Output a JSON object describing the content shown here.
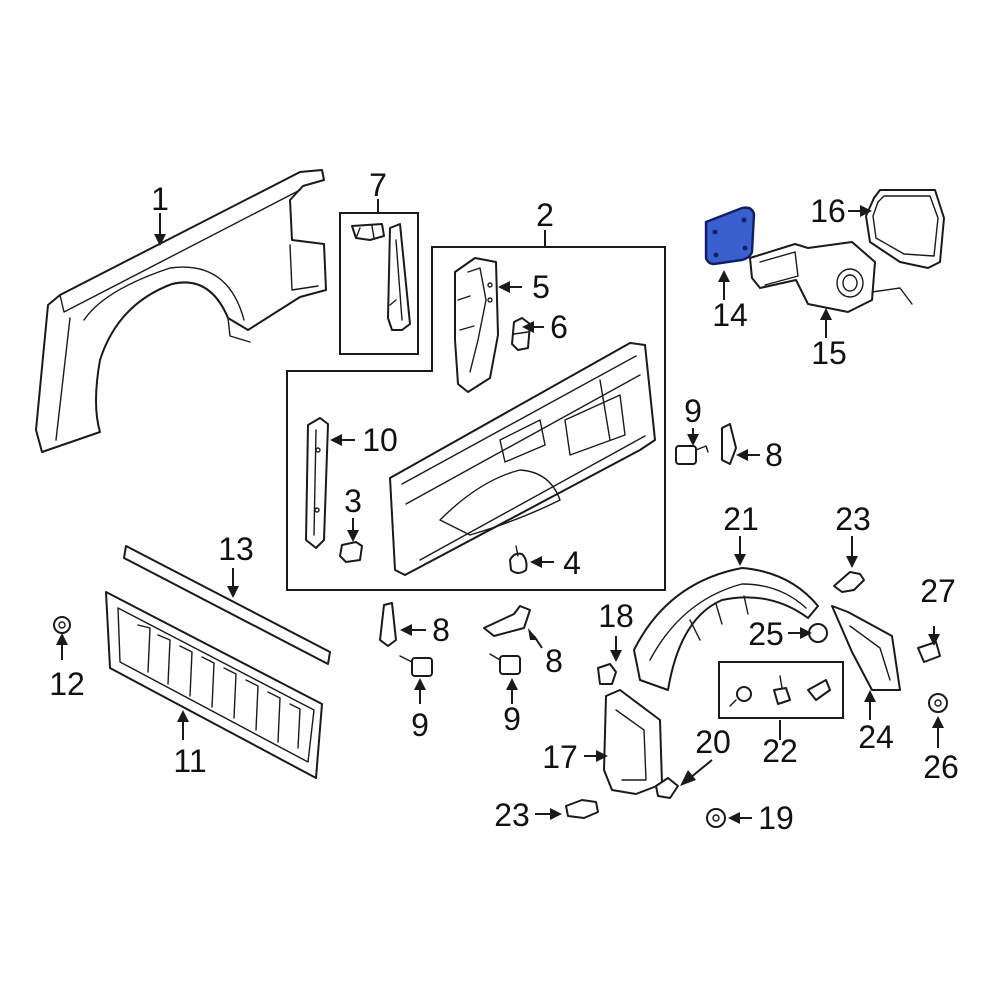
{
  "diagram": {
    "highlight_color": "#3a5fcf",
    "callouts": [
      {
        "id": "c1",
        "label": "1"
      },
      {
        "id": "c2",
        "label": "2"
      },
      {
        "id": "c3",
        "label": "3"
      },
      {
        "id": "c4",
        "label": "4"
      },
      {
        "id": "c5",
        "label": "5"
      },
      {
        "id": "c6",
        "label": "6"
      },
      {
        "id": "c7",
        "label": "7"
      },
      {
        "id": "c8a",
        "label": "8"
      },
      {
        "id": "c8b",
        "label": "8"
      },
      {
        "id": "c8c",
        "label": "8"
      },
      {
        "id": "c9a",
        "label": "9"
      },
      {
        "id": "c9b",
        "label": "9"
      },
      {
        "id": "c9c",
        "label": "9"
      },
      {
        "id": "c10",
        "label": "10"
      },
      {
        "id": "c11",
        "label": "11"
      },
      {
        "id": "c12",
        "label": "12"
      },
      {
        "id": "c13",
        "label": "13"
      },
      {
        "id": "c14",
        "label": "14"
      },
      {
        "id": "c15",
        "label": "15"
      },
      {
        "id": "c16",
        "label": "16"
      },
      {
        "id": "c17",
        "label": "17"
      },
      {
        "id": "c18",
        "label": "18"
      },
      {
        "id": "c19",
        "label": "19"
      },
      {
        "id": "c20",
        "label": "20"
      },
      {
        "id": "c21",
        "label": "21"
      },
      {
        "id": "c22",
        "label": "22"
      },
      {
        "id": "c23a",
        "label": "23"
      },
      {
        "id": "c23b",
        "label": "23"
      },
      {
        "id": "c24",
        "label": "24"
      },
      {
        "id": "c25",
        "label": "25"
      },
      {
        "id": "c26",
        "label": "26"
      },
      {
        "id": "c27",
        "label": "27"
      }
    ]
  }
}
